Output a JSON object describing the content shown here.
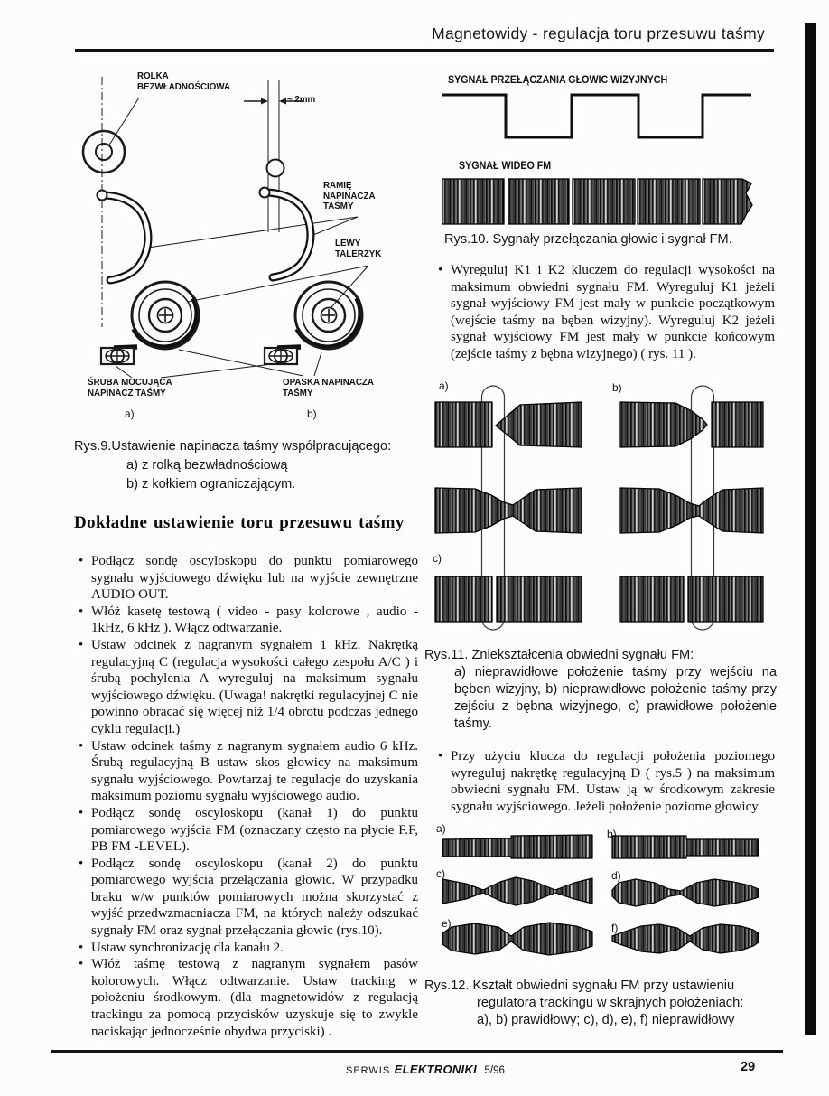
{
  "header": {
    "title": "Magnetowidy - regulacja toru przesuwu taśmy"
  },
  "figure9": {
    "labels": {
      "rolka": "ROLKA\nBEZWŁADNOŚCIOWA",
      "dim": "~ 2mm",
      "ramie": "RAMIĘ\nNAPINACZA\nTAŚMY",
      "talerzyk": "LEWY\nTALERZYK",
      "sruba": "ŚRUBA MOCUJĄCA\nNAPINACZ TAŚMY",
      "opaska": "OPASKA NAPINACZA\nTAŚMY",
      "sub_a": "a)",
      "sub_b": "b)"
    },
    "caption": {
      "line1": "Rys.9.Ustawienie napinacza taśmy współpracującego:",
      "line2": "a) z rolką bezwładnościową",
      "line3": "b) z kołkiem ograniczającym."
    }
  },
  "section": {
    "heading": "Dokładne ustawienie toru przesuwu taśmy",
    "bullets": [
      "Podłącz sondę oscyloskopu do punktu pomiarowego sygnału wyjściowego dźwięku lub na wyjście zewnętrzne AUDIO OUT.",
      "Włóż kasetę testową ( video - pasy kolorowe , audio - 1kHz, 6 kHz ). Włącz odtwarzanie.",
      "Ustaw odcinek z nagranym sygnałem 1 kHz. Nakrętką regulacyjną C (regulacja wysokości całego zespołu A/C ) i śrubą pochylenia A wyreguluj na maksimum sygnału wyjściowego dźwięku. (Uwaga! nakrętki regulacyjnej C nie powinno obracać się więcej niż 1/4 obrotu podczas jednego cyklu regulacji.)",
      "Ustaw odcinek taśmy z nagranym sygnałem audio 6 kHz. Śrubą regulacyjną B ustaw skos głowicy na maksimum sygnału wyjściowego. Powtarzaj te regulacje do uzyskania maksimum poziomu sygnału wyjściowego audio.",
      "Podłącz sondę oscyloskopu (kanał 1) do punktu pomiarowego wyjścia FM (oznaczany często na płycie F.F, PB FM -LEVEL).",
      "Podłącz sondę oscyloskopu (kanał 2) do punktu pomiarowego wyjścia przełączania głowic. W przypadku braku w/w punktów pomiarowych można skorzystać z wyjść przedwzmacniacza FM, na których należy odszukać sygnały FM oraz sygnał przełączania głowic (rys.10).",
      "Ustaw synchronizację dla kanału 2.",
      "Włóż taśmę testową z nagranym sygnałem pasów kolorowych. Włącz odtwarzanie. Ustaw tracking w położeniu środkowym. (dla magnetowidów z regulacją trackingu za pomocą przycisków uzyskuje się to zwykle naciskając jednocześnie obydwa przyciski) ."
    ]
  },
  "figure10": {
    "label_switching": "SYGNAŁ PRZEŁĄCZANIA GŁOWIC WIZYJNYCH",
    "label_fm": "SYGNAŁ WIDEO FM",
    "caption": "Rys.10. Sygnały przełączania głowic i sygnał FM."
  },
  "notes": {
    "bullet_k": "Wyreguluj K1 i K2 kluczem do regulacji wysokości na maksimum obwiedni sygnału FM. Wyreguluj K1 jeżeli sygnał wyjściowy FM jest mały w punkcie początkowym (wejście taśmy na bęben wizyjny). Wyreguluj K2 jeżeli sygnał wyjściowy FM jest mały w punkcie końcowym (zejście taśmy z bębna wizyjnego) ( rys. 11 ).",
    "bullet_d": "Przy użyciu klucza do regulacji położenia poziomego wyreguluj nakrętkę regulacyjną D ( rys.5 ) na maksimum obwiedni sygnału FM. Ustaw ją w środkowym zakresie sygnału wyjściowego. Jeżeli położenie poziome głowicy"
  },
  "figure11": {
    "label_a": "a)",
    "label_b": "b)",
    "label_c": "c)",
    "caption_title": "Rys.11. Zniekształcenia obwiedni sygnału FM:",
    "caption_body": "a) nieprawidłowe położenie taśmy przy wejściu na bęben wizyjny, b) nieprawidłowe położenie taśmy przy zejściu z bębna wizyjnego, c) prawidłowe położenie taśmy."
  },
  "figure12": {
    "labels": [
      "a)",
      "b)",
      "c)",
      "d)",
      "e)",
      "f)"
    ],
    "caption": {
      "line1": "Rys.12. Kształt obwiedni sygnału FM przy ustawieniu",
      "line2": "regulatora trackingu w skrajnych położeniach:",
      "line3": "a), b) prawidłowy; c), d), e), f) nieprawidłowy"
    }
  },
  "footer": {
    "journal_prefix": "SERWIS",
    "journal_name": "ELEKTRONIKI",
    "issue": "5/96",
    "page_number": "29"
  }
}
